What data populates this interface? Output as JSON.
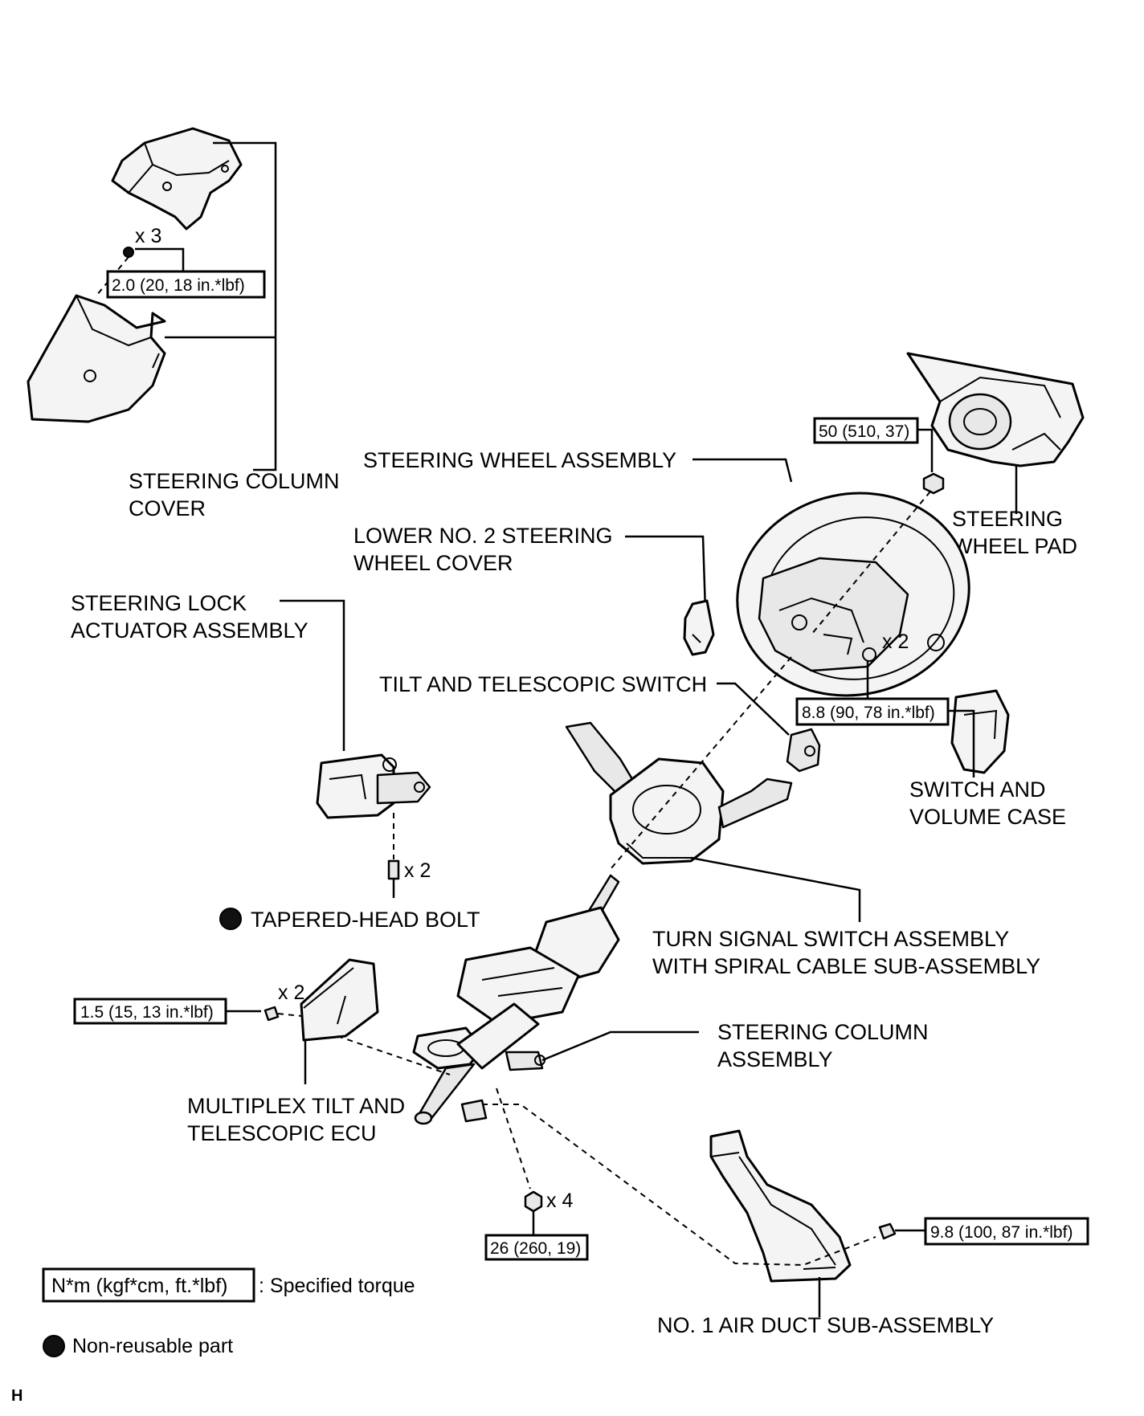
{
  "labels": {
    "steering_column_cover": [
      "STEERING COLUMN",
      "COVER"
    ],
    "steering_wheel_assembly": "STEERING WHEEL ASSEMBLY",
    "lower_no2_cover": [
      "LOWER NO. 2 STEERING",
      "WHEEL COVER"
    ],
    "steering_wheel_pad": [
      "STEERING",
      "WHEEL PAD"
    ],
    "steering_lock_actuator": [
      "STEERING LOCK",
      "ACTUATOR ASSEMBLY"
    ],
    "tilt_telescopic_switch": "TILT AND TELESCOPIC SWITCH",
    "switch_volume_case": [
      "SWITCH AND",
      "VOLUME CASE"
    ],
    "tapered_head_bolt": "TAPERED-HEAD BOLT",
    "turn_signal_switch": [
      "TURN SIGNAL SWITCH ASSEMBLY",
      "WITH SPIRAL CABLE SUB-ASSEMBLY"
    ],
    "steering_column_assembly": [
      "STEERING COLUMN",
      "ASSEMBLY"
    ],
    "multiplex_ecu": [
      "MULTIPLEX TILT AND",
      "TELESCOPIC ECU"
    ],
    "no1_air_duct": "NO. 1 AIR DUCT SUB-ASSEMBLY"
  },
  "torques": {
    "cover_screw": "2.0 (20, 18 in.*lbf)",
    "wheel_nut": "50 (510, 37)",
    "pad_screw": "8.8 (90, 78 in.*lbf)",
    "ecu_screw": "1.5 (15, 13 in.*lbf)",
    "column_nut": "26 (260, 19)",
    "duct_bolt": "9.8 (100, 87 in.*lbf)"
  },
  "quantities": {
    "cover_screw": "x 3",
    "pad_screw": "x 2",
    "tapered_bolt": "x 2",
    "ecu_screw": "x 2",
    "column_nut": "x 4"
  },
  "legend": {
    "torque_unit": "N*m (kgf*cm, ft.*lbf)",
    "torque_desc": ": Specified torque",
    "non_reusable": "Non-reusable part"
  },
  "corner_mark": "H"
}
